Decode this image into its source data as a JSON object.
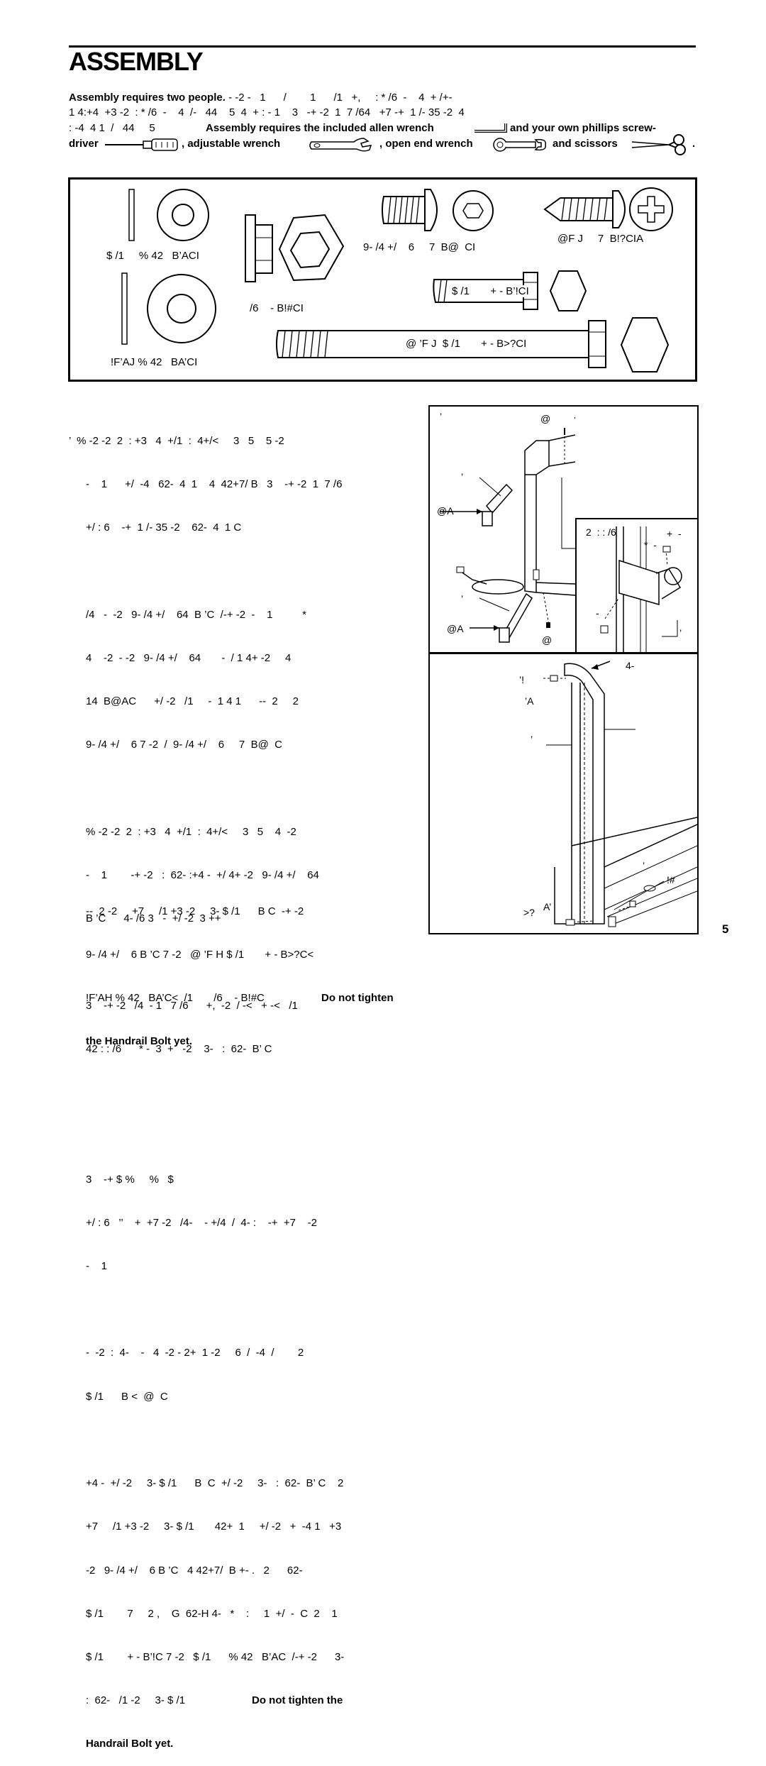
{
  "heading": "ASSEMBLY",
  "intro": {
    "line1_bold": "Assembly requires two people.",
    "line1_rest": " - -2 -   1      /        1      /1   +,     : * /6  -    4  + /+-",
    "line2": "1 4:+4  +3 -2  : * /6  -    4  /-   44    5  4  + : - 1    3   -+ -2  1  7 /64   +7 -+  1 /- 35 -2  4",
    "line3_text": ": -4  4 1  /   44     5",
    "line3_bold_a": "Assembly requires the included allen wrench",
    "line3_bold_b": "and your own phillips screw-",
    "line4_driver": "driver",
    "line4_adjustable": ", adjustable wrench",
    "line4_open": ", open end wrench",
    "line4_scissors": "and scissors",
    "line4_period": "."
  },
  "icons": {
    "allen": "allen-wrench-icon",
    "screwdriver": "phillips-screwdriver-icon",
    "adjustable": "adjustable-wrench-icon",
    "open_end": "open-end-wrench-icon",
    "scissors": "scissors-icon"
  },
  "parts": {
    "star_washer": "$ /1     % 42   B’ACI",
    "flat_washer": "!F’AJ % 42   BA’CI",
    "nut": "/6    - B!#CI",
    "button_bolt": "9- /4 +/    6     7  B@  CI",
    "screw": "@F J     7  B!?CIA",
    "short_bolt": "$ /1       + - B’!CI",
    "long_bolt": "@ ’F J  $ /1       + - B>?CI"
  },
  "steps": {
    "s1": [
      "’  % -2 -2  2  : +3   4  +/1  :  4+/<     3   5    5 -2",
      "-    1      +/  -4   62-  4  1    4  42+7/ B   3    -+ -2  1  7 /6",
      "+/ : 6    -+  1 /- 35 -2    62-  4  1 C",
      "",
      "/4   -  -2   9- /4 +/    64  B ’C  /-+ -2  -    1          *",
      "4    -2  - -2   9- /4 +/    64       -  / 1 4+ -2     4",
      "14  B@AC      +/ -2   /1     -  1 4 1      --  2     2",
      "9- /4 +/    6 7 -2  /  9- /4 +/    6     7  B@  C",
      "",
      "% -2 -2  2  : +3   4  +/1  :  4+/<     3   5    4  -2",
      "-    1        -+ -2   :  62- :+4 -  +/ 4+ -2   9- /4 +/    64",
      "B ’C      4- /6 3   -  +/ -2  3 ++",
      "",
      "3    -+ -2   /4  - 1   7 /6      +,  -2  / -<   + -<   /1",
      "42 : : /6      * -  3  +   -2    3-   :  62-  B’ C",
      "",
      "",
      "3    -+ $ %     %   $",
      "+/ : 6   ’’    +  +7 -2   /4-    - +/4  /  4- :    -+  +7    -2",
      "-    1",
      "",
      "-  -2  :  4-    -   4  -2 - 2+  1 -2     6  /  -4  /        2",
      "$ /1      B <  @  C",
      "",
      "+4 -  +/ -2     3- $ /1      B  C  +/ -2     3-   :  62-  B’ C    2",
      "+7     /1 +3 -2     3- $ /1       42+  1     +/ -2   +  -4 1   +3",
      "-2   9- /4 +/    6 B ’C   4 42+7/  B +- .   2      62-",
      "$ /1        7     2 ,    G  62-H 4-   *    :     1  +/  -  C  2    1",
      "$ /1        + - B’!C 7 -2   $ /1      % 42   B’AC  /-+ -2      3-"
    ],
    "s1_last_text": ":  62-   /1 -2     3- $ /1",
    "s1_last_bold": "Do not tighten the",
    "s1_last_bold2": "Handrail Bolt yet.",
    "s2": [
      "--  2 -2     +7     /1 +3 -2     3- $ /1      B C  -+ -2",
      "9- /4 +/    6 B ’C 7 -2   @ ’F H $ /1       + - B>?C<"
    ],
    "s2_line3_text": "!F’AH % 42   BA’C<  /1       /6    - B!#C",
    "s2_line3_bold": "Do not tighten",
    "s2_line4_bold": "the Handrail Bolt yet."
  },
  "figure1": {
    "l_comma1": "’",
    "l_at1": "@",
    "l_comma2": "’",
    "l_atA1": "@A",
    "l_comma3": "’",
    "l_atA2": "@A",
    "l_at2": "@"
  },
  "figure_inset": {
    "l_top": "2  : : /6",
    "l_plus": "+  -",
    "l_star": "*  -",
    "l_dash": "-",
    "l_comma": "’"
  },
  "figure2": {
    "l_4": "4-",
    "l_bang": "’!",
    "l_A": "’A",
    "l_comma": "’",
    "l_comma2": "’",
    "l_hash": "!#",
    "l_A2": "A’",
    "l_q": ">?"
  },
  "page_number": "5"
}
